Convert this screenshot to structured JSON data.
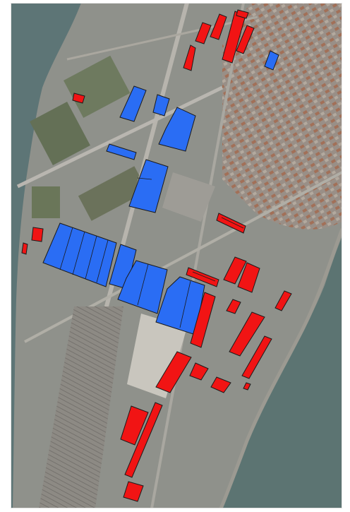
{
  "map": {
    "kind": "aerial-photo-with-building-footprints",
    "colors": {
      "highlight_blue": "#2a6df4",
      "highlight_red": "#f11414",
      "outline": "#1b1b1b",
      "water": "#5d7576",
      "land": "#8f918b"
    },
    "layers": [
      "aerial-imagery",
      "blue-buildings",
      "red-buildings"
    ]
  }
}
